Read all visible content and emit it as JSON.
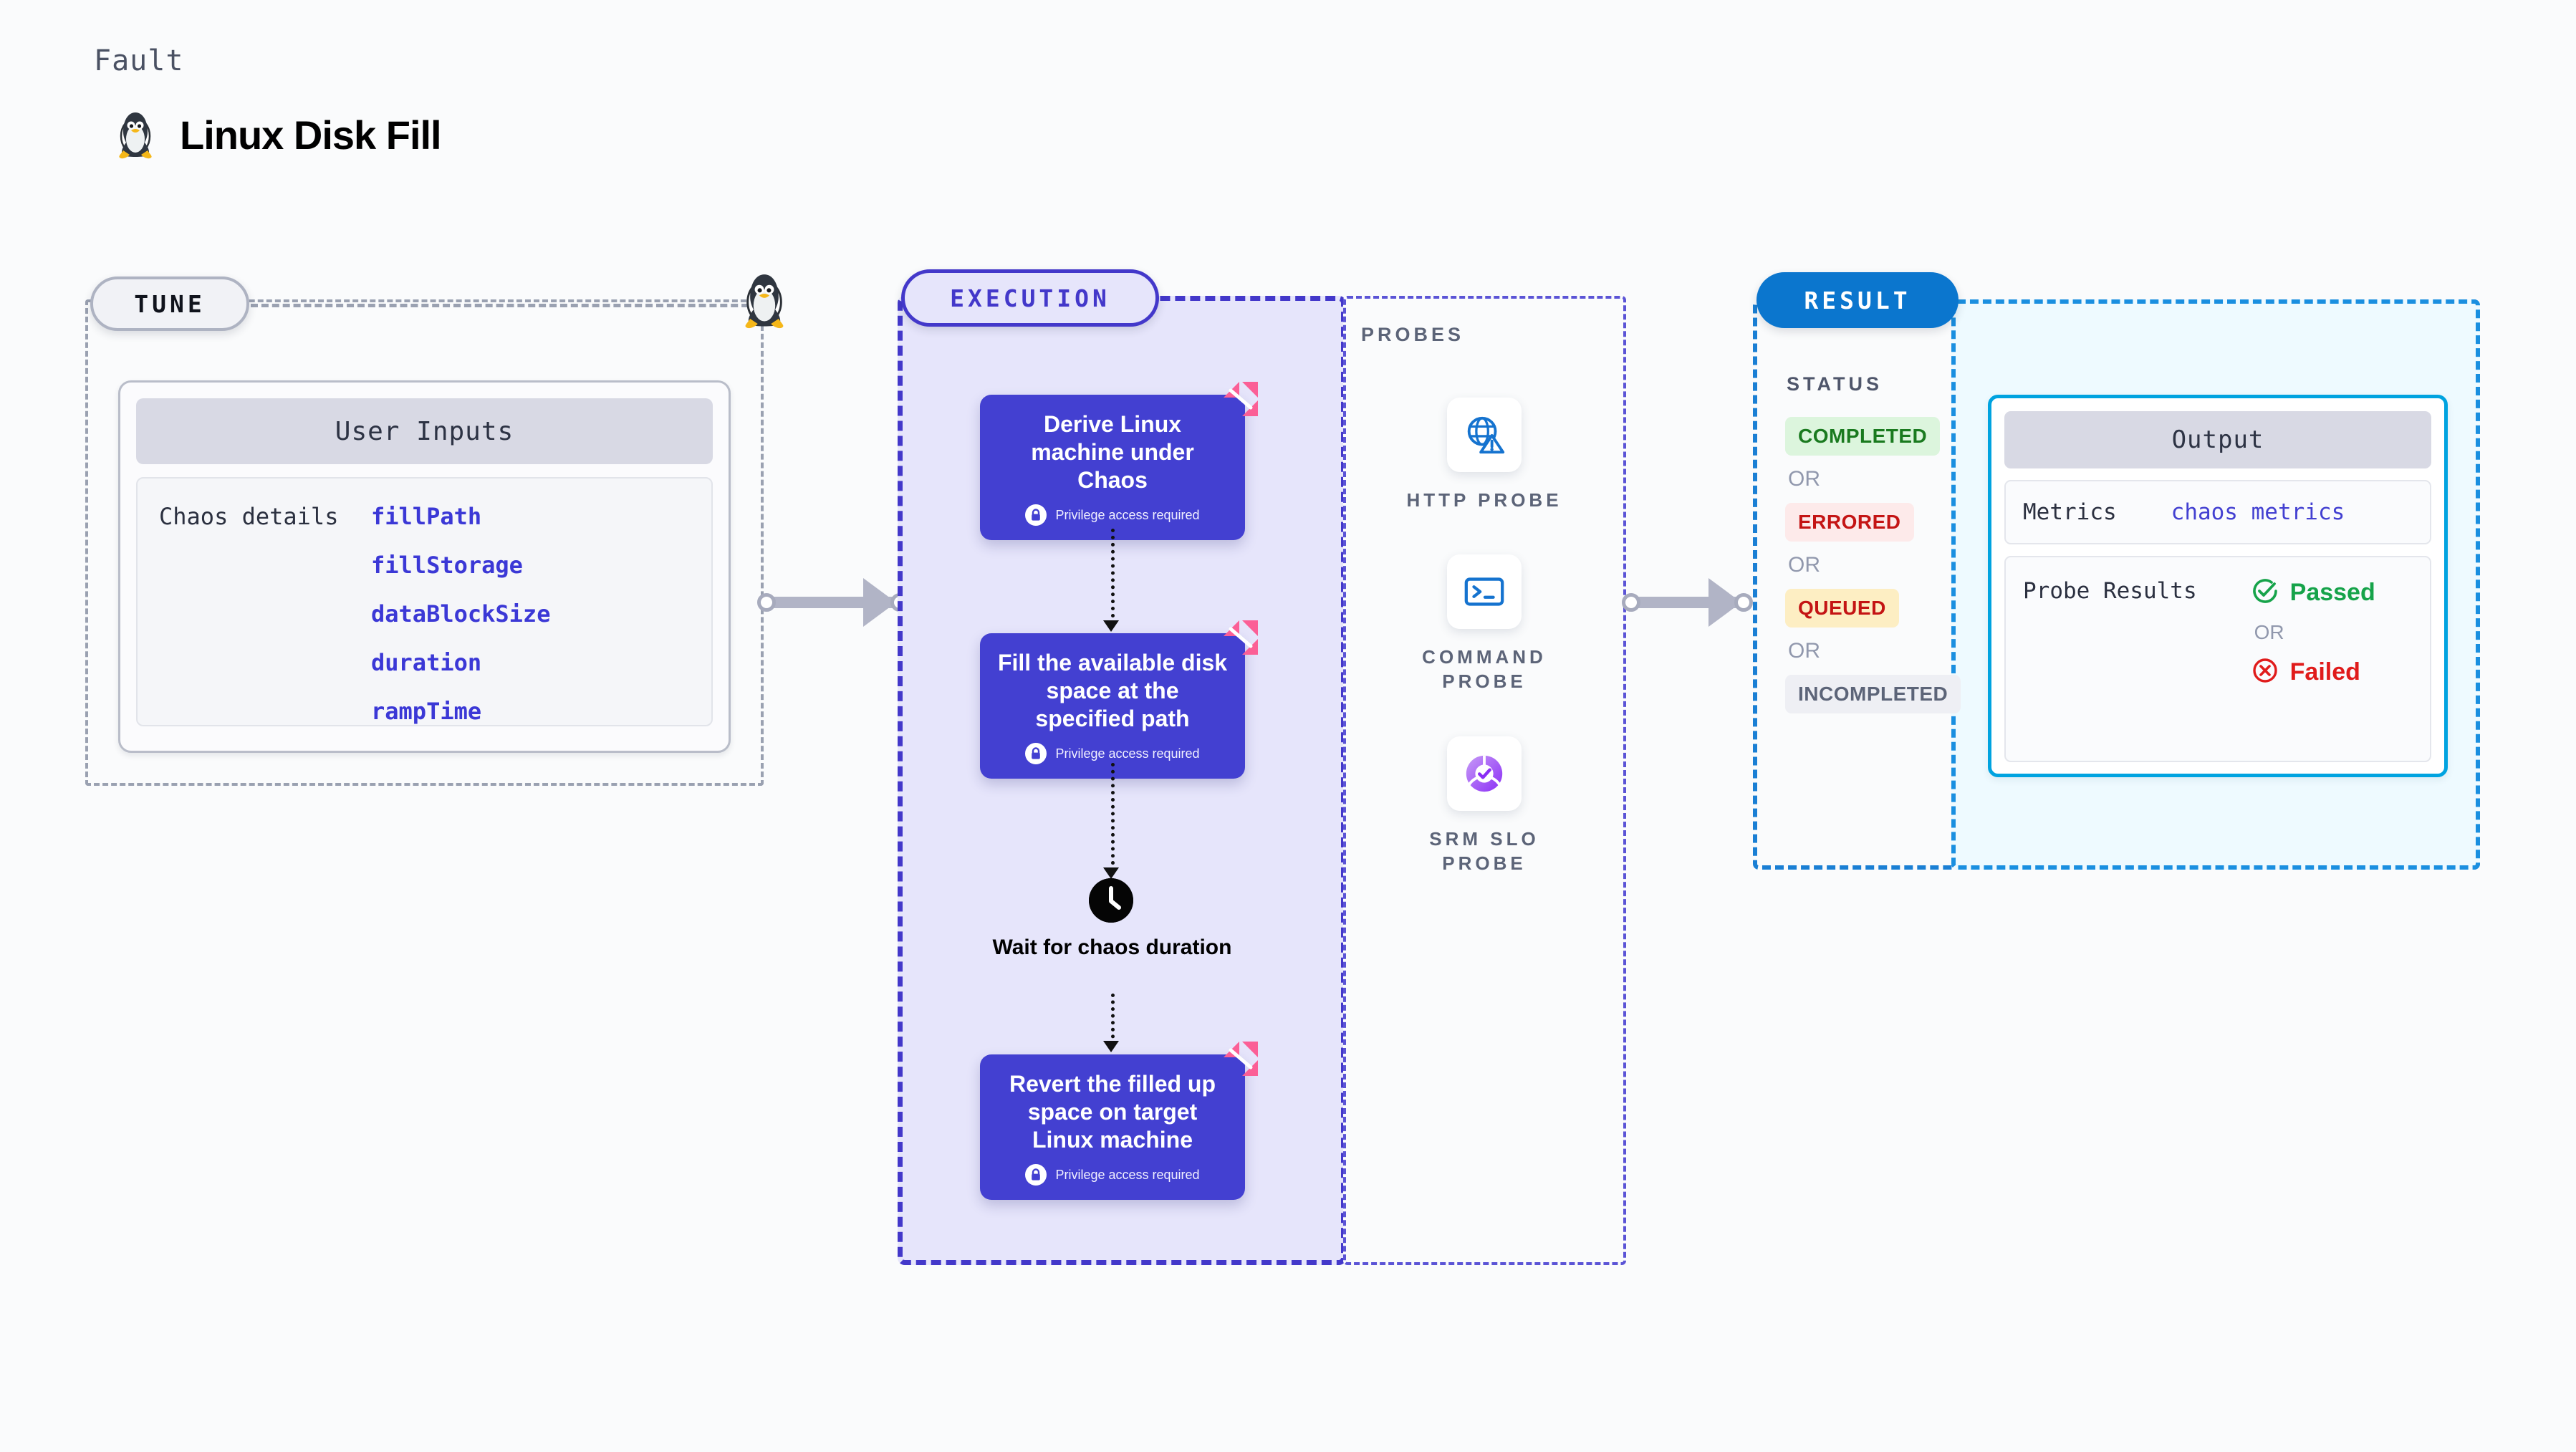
{
  "header": {
    "kicker": "Fault",
    "title": "Linux Disk Fill",
    "icon": "linux-penguin-icon"
  },
  "tune": {
    "pill_label": "TUNE",
    "card": {
      "header": "User Inputs",
      "row_label": "Chaos details",
      "parameters": [
        "fillPath",
        "fillStorage",
        "dataBlockSize",
        "duration",
        "rampTime"
      ]
    }
  },
  "execution": {
    "pill_label": "EXECUTION",
    "nodes": [
      {
        "title": "Derive Linux machine under Chaos",
        "privilege": "Privilege access required"
      },
      {
        "title": "Fill the available disk space at the specified path",
        "privilege": "Privilege access required"
      },
      {
        "title": "Revert the filled up space on target Linux machine",
        "privilege": "Privilege access required"
      }
    ],
    "wait": {
      "label": "Wait for chaos duration",
      "icon": "clock-icon"
    }
  },
  "probes": {
    "label": "PROBES",
    "items": [
      {
        "name": "HTTP PROBE",
        "icon": "globe-warning-icon"
      },
      {
        "name": "COMMAND PROBE",
        "icon": "terminal-icon"
      },
      {
        "name": "SRM SLO PROBE",
        "icon": "slo-check-icon"
      }
    ]
  },
  "result": {
    "pill_label": "RESULT",
    "status_label": "STATUS",
    "or_label": "OR",
    "statuses": [
      {
        "label": "COMPLETED",
        "color": "#1a7a1f",
        "bg": "#dcf5dd"
      },
      {
        "label": "ERRORED",
        "color": "#c41414",
        "bg": "#fdeaea"
      },
      {
        "label": "QUEUED",
        "color": "#c41414",
        "bg": "#fdeec3"
      },
      {
        "label": "INCOMPLETED",
        "color": "#5c6478",
        "bg": "#eeeff4"
      }
    ],
    "output": {
      "header": "Output",
      "metrics_key": "Metrics",
      "metrics_value": "chaos metrics",
      "probe_results_key": "Probe Results",
      "passed_label": "Passed",
      "failed_label": "Failed",
      "or_label": "OR"
    }
  },
  "colors": {
    "execution_accent": "#4338ca",
    "result_accent": "#0b76ce",
    "param_link": "#3b38d6",
    "passed": "#16a34a",
    "failed": "#e01b1b"
  }
}
